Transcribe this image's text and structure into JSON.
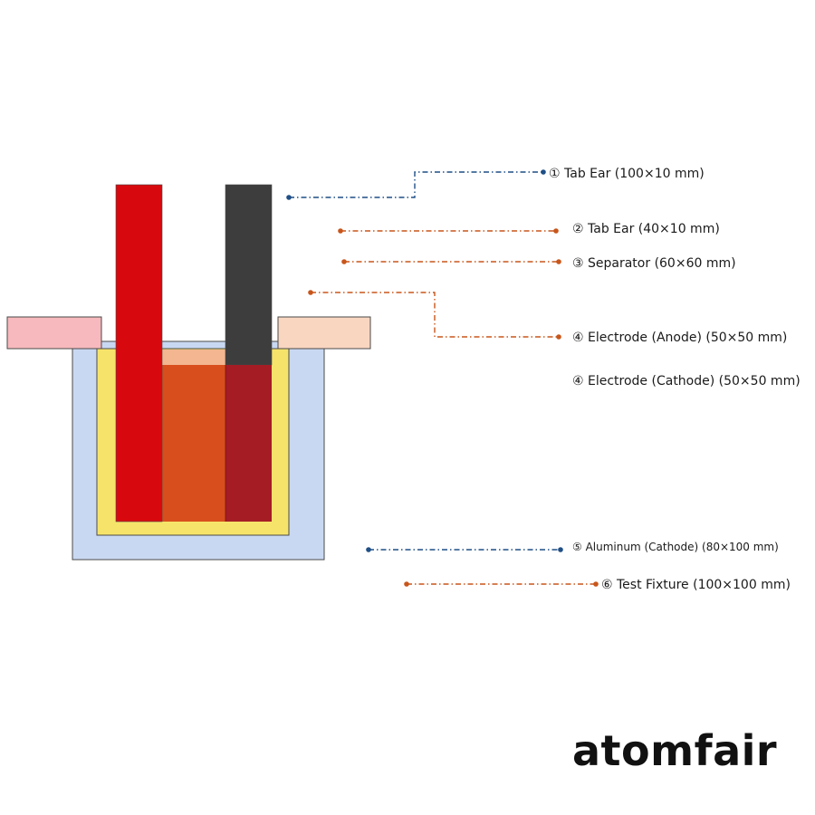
{
  "labels": {
    "l1": "① Tab Ear (100×10 mm)",
    "l2": "② Tab Ear  (40×10 mm)",
    "l3": "③ Separator (60×60 mm)",
    "l4": "④ Electrode (Anode)  (50×50 mm)",
    "l4b": "④ Electrode (Cathode)  (50×50 mm)",
    "l5": "⑤ Aluminum (Cathode) (80×100 mm)",
    "l6": "⑥ Test Fixture (100×100 mm)"
  },
  "brand": "atomfair",
  "colors": {
    "blue_leader": "#1f4f86",
    "orange_leader": "#c8561b",
    "red_tab": "#d8090e",
    "dark_tab": "#3d3d3d",
    "fixture": "#c9d8f2",
    "separator": "#f6e46a",
    "electrode": "#d84e1c",
    "overlap": "#a51c25",
    "clamp_left": "#f7b9bd",
    "clamp_right": "#f9d6c0"
  }
}
